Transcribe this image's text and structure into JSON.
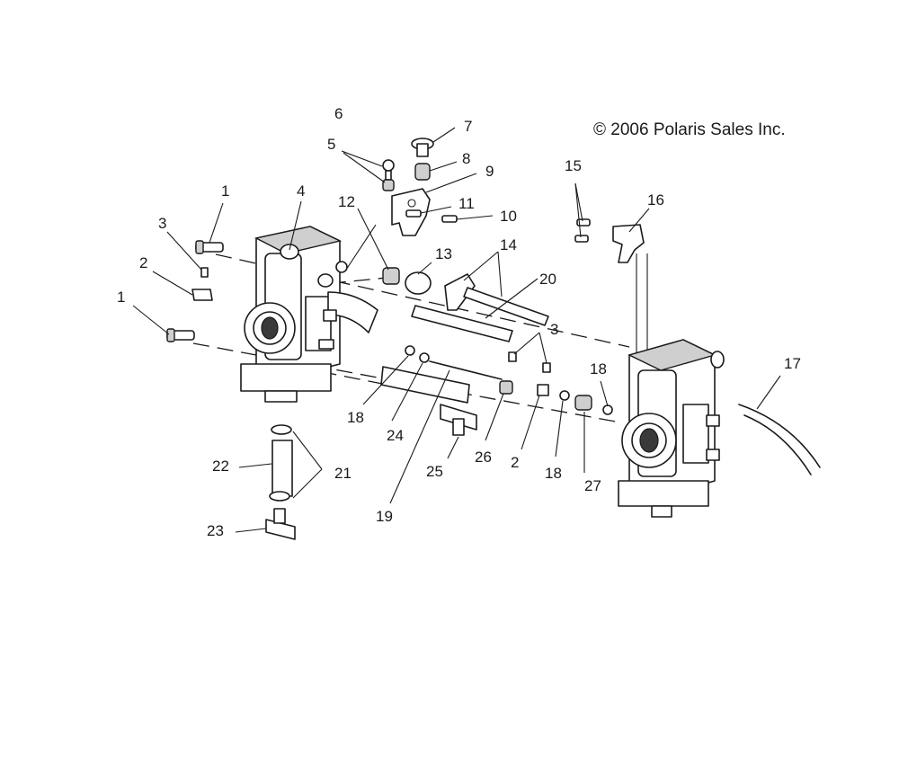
{
  "copyright": "© 2006 Polaris Sales Inc.",
  "callouts": [
    "1",
    "1",
    "2",
    "2",
    "3",
    "3",
    "4",
    "5",
    "6",
    "7",
    "8",
    "9",
    "10",
    "11",
    "12",
    "13",
    "14",
    "15",
    "16",
    "17",
    "18",
    "18",
    "18",
    "19",
    "20",
    "21",
    "22",
    "23",
    "24",
    "25",
    "26",
    "27"
  ]
}
